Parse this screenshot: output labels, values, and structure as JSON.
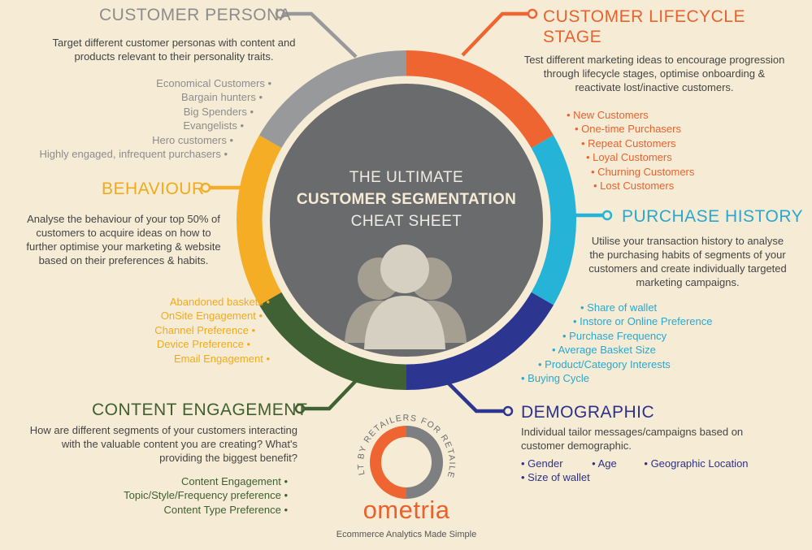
{
  "center": {
    "line1": "THE ULTIMATE",
    "line2": "CUSTOMER SEGMENTATION",
    "line3": "CHEAT SHEET"
  },
  "persona": {
    "title": "CUSTOMER PERSONA",
    "desc": "Target different customer personas with content and products relevant to their personality traits.",
    "items": [
      "Economical Customers",
      "Bargain hunters",
      "Big Spenders",
      "Evangelists",
      "Hero customers",
      "Highly engaged, infrequent purchasers"
    ]
  },
  "lifecycle": {
    "title1": "CUSTOMER LIFECYCLE",
    "title2": "STAGE",
    "desc": "Test different marketing ideas to encourage progression through lifecycle stages, optimise onboarding & reactivate lost/inactive customers.",
    "items": [
      "New Customers",
      "One-time Purchasers",
      "Repeat Customers",
      "Loyal Customers",
      "Churning Customers",
      "Lost Customers"
    ]
  },
  "behaviour": {
    "title": "BEHAVIOUR",
    "desc": "Analyse the behaviour of your top 50% of customers to acquire ideas on how to further optimise your marketing & website based on their preferences & habits.",
    "items": [
      "Abandoned baskets",
      "OnSite Engagement",
      "Channel Preference",
      "Device Preference",
      "Email Engagement"
    ]
  },
  "purchase": {
    "title": "PURCHASE HISTORY",
    "desc": "Utilise your transaction history to analyse the purchasing habits of segments of your customers and create individually targeted marketing campaigns.",
    "items": [
      "Share of wallet",
      "Instore or Online Preference",
      "Purchase Frequency",
      "Average Basket Size",
      "Product/Category Interests",
      "Buying Cycle"
    ]
  },
  "content": {
    "title": "CONTENT ENGAGEMENT",
    "desc": "How are different segments of your customers interacting with the valuable content you are creating? What's providing the biggest benefit?",
    "items": [
      "Content Engagement",
      "Topic/Style/Frequency preference",
      "Content Type Preference"
    ]
  },
  "demographic": {
    "title": "DEMOGRAPHIC",
    "desc": "Individual tailor messages/campaigns based on customer demographic.",
    "items": [
      "Gender",
      "Age",
      "Geographic Location",
      "Size of wallet"
    ]
  },
  "brand": {
    "arc_text": "BUILT BY RETAILERS FOR RETAILERS",
    "name": "ometria",
    "tagline": "Ecommerce Analytics Made Simple"
  },
  "colors": {
    "persona": "#98999b",
    "lifecycle": "#ee6532",
    "purchase": "#26b3d8",
    "demographic": "#2c3590",
    "content": "#3f6133",
    "behaviour": "#f6ad26",
    "center": "#6a6b6d"
  }
}
